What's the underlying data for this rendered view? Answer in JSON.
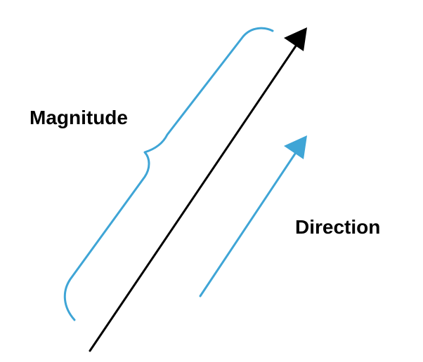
{
  "labels": {
    "magnitude": "Magnitude",
    "direction": "Direction"
  },
  "colors": {
    "vector": "#000000",
    "accent": "#3fa5d6",
    "text": "#000000",
    "background": "#ffffff"
  },
  "icons": {
    "main_vector": "arrow-up-right-icon",
    "direction_vector": "arrow-up-right-icon",
    "brace": "curly-brace"
  }
}
